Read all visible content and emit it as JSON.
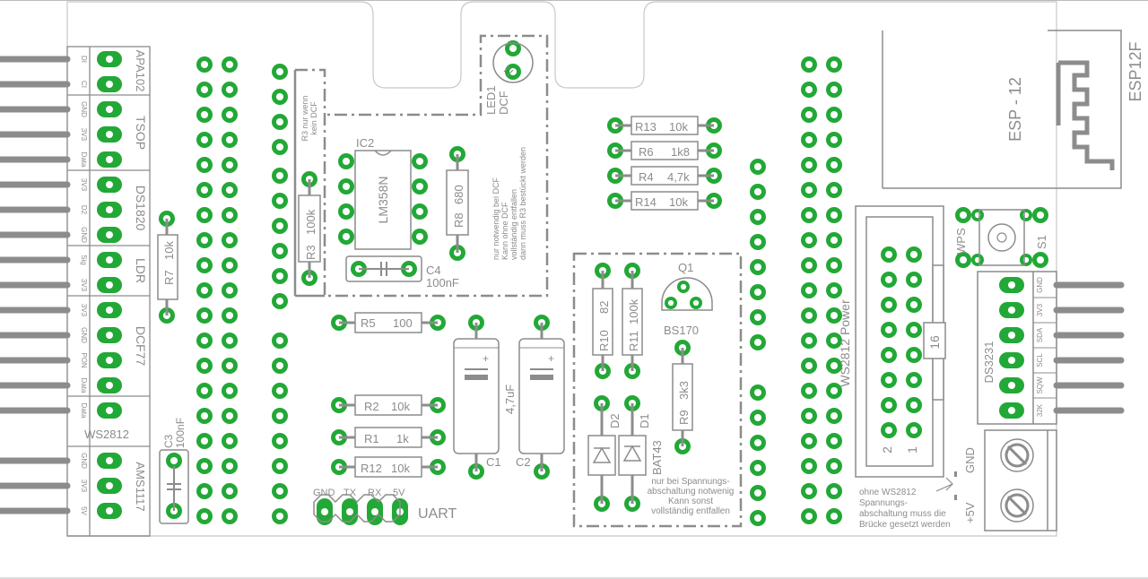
{
  "header_labels": [
    {
      "text": "APA102",
      "px": "DI",
      "py": "CI"
    },
    {
      "text": "TSOP"
    },
    {
      "text": "DS1820"
    },
    {
      "text": "LDR"
    },
    {
      "text": "DCF77"
    },
    {
      "text": "WS2812"
    },
    {
      "text": "AMS1117"
    }
  ],
  "left_pins": [
    "DI",
    "CI",
    "GND",
    "3V3",
    "Data",
    "3V3",
    "D2",
    "GND",
    "Sig",
    "3V3",
    "3V3",
    "GND",
    "PON",
    "Data",
    "Data",
    "GND",
    "3V3",
    "5V"
  ],
  "connector_names": {
    "apa": "APA102",
    "tsop": "TSOP",
    "ds1820": "DS1820",
    "ldr": "LDR",
    "dcf77": "DCF77",
    "ws2812": "WS2812",
    "ams": "AMS1117"
  },
  "components": {
    "r7": {
      "ref": "R7",
      "value": "10k"
    },
    "c3": {
      "ref": "C3",
      "value": "100nF"
    },
    "r3": {
      "ref": "R3",
      "value": "100k"
    },
    "r3_note": [
      "R3 nur wenn",
      "kein DCF"
    ],
    "ic2": {
      "ref": "IC2",
      "value": "LM358N"
    },
    "r8": {
      "ref": "R8",
      "value": "680"
    },
    "c4": {
      "ref": "C4",
      "value": "100nF"
    },
    "led1": {
      "ref": "LED1",
      "value": "DCF"
    },
    "dcf_note": [
      "nur notwendig bei DCF",
      "Kann ohne DCF",
      "vollständig entfallen",
      "dann muss R3 bestückt werden"
    ],
    "r5": {
      "ref": "R5",
      "value": "100"
    },
    "r2": {
      "ref": "R2",
      "value": "10k"
    },
    "r1": {
      "ref": "R1",
      "value": "1k"
    },
    "r12": {
      "ref": "R12",
      "value": "10k"
    },
    "c1": {
      "ref": "C1",
      "value": "4,7uF"
    },
    "c2": {
      "ref": "C2"
    },
    "r13": {
      "ref": "R13",
      "value": "10k"
    },
    "r6": {
      "ref": "R6",
      "value": "1k8"
    },
    "r4": {
      "ref": "R4",
      "value": "4,7k"
    },
    "r14": {
      "ref": "R14",
      "value": "10k"
    },
    "q1": {
      "ref": "Q1",
      "value": "BS170"
    },
    "r10": {
      "ref": "R10",
      "value": "82"
    },
    "r11": {
      "ref": "R11",
      "value": "100k"
    },
    "r9": {
      "ref": "R9",
      "value": "3k3"
    },
    "d2": {
      "ref": "D2"
    },
    "d1": {
      "ref": "D1",
      "value": "BAT43"
    },
    "spannung_note": [
      "nur bei Spannungs-",
      "abschaltung notwenig",
      "Kann sonst",
      "vollständig entfallen"
    ],
    "esp": {
      "name": "ESP - 12",
      "model": "ESP12F"
    },
    "ws_power": {
      "label": "WS2812 Power",
      "pin16": "16",
      "pin2": "2",
      "pin1": "1"
    },
    "wps": {
      "label": "WPS",
      "s1": "S1"
    },
    "ds3231": {
      "label": "DS3231",
      "pins": [
        "GND",
        "3V3",
        "SDA",
        "SCL",
        "SQW",
        "32K"
      ]
    },
    "power_term": {
      "gnd": "GND",
      "v5": "+5V"
    },
    "ws_note": [
      "ohne WS2812",
      "Spannungs-",
      "abschaltung muss die",
      "Brücke gesetzt werden"
    ]
  },
  "uart": {
    "label": "UART",
    "pins": [
      "GND",
      "TX",
      "RX",
      "5V"
    ]
  },
  "colors": {
    "pad": "#22a836",
    "silk": "#8c8c8c",
    "pin": "#8c8c8c",
    "outline": "#c8c8c8"
  }
}
